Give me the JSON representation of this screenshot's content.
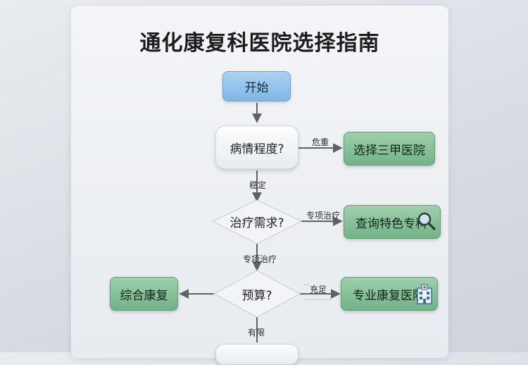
{
  "title": "通化康复科医院选择指南",
  "nodes": {
    "start": "开始",
    "q_severity": "病情程度?",
    "top_hospital": "选择三甲医院",
    "q_need": "治疗需求?",
    "search_special": "查询特色专科",
    "q_budget": "预算?",
    "general_rehab": "综合康复",
    "special_rehab": "专业康复医院"
  },
  "edges": {
    "severe": "危重",
    "stable": "稳定",
    "special_treatment_right": "专项治疗",
    "special_treatment_down": "专项治疗",
    "sufficient": "充足",
    "limited": "有限"
  },
  "colors": {
    "start": "#8cc2ea",
    "decision": "#f4f6f8",
    "outcome": "#7fba90",
    "arrow": "#5d6168"
  },
  "icons": {
    "search": "magnifier-icon",
    "hospital": "hospital-building-icon"
  }
}
